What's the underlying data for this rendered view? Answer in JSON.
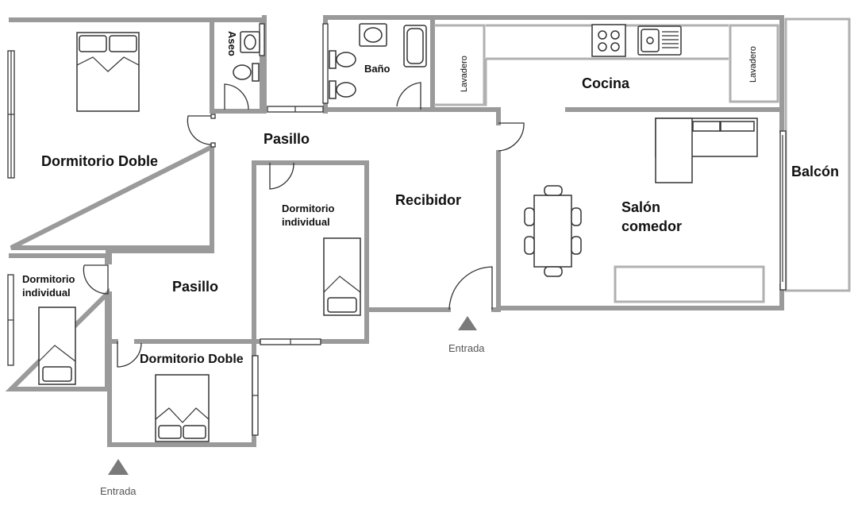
{
  "rooms": {
    "dormitorio_doble_1": "Dormitorio Doble",
    "aseo": "Aseo",
    "bano": "Baño",
    "lavadero_1": "Lavadero",
    "cocina": "Cocina",
    "lavadero_2": "Lavadero",
    "pasillo_1": "Pasillo",
    "dormitorio_individual_1_line1": "Dormitorio",
    "dormitorio_individual_1_line2": "individual",
    "recibidor": "Recibidor",
    "salon_line1": "Salón",
    "salon_line2": "comedor",
    "balcon": "Balcón",
    "dormitorio_individual_2_line1": "Dormitorio",
    "dormitorio_individual_2_line2": "individual",
    "pasillo_2": "Pasillo",
    "dormitorio_doble_2": "Dormitorio Doble"
  },
  "entrances": {
    "main": "Entrada",
    "secondary": "Entrada"
  },
  "colors": {
    "wall": "#9a9a9a",
    "furniture": "#333333",
    "entry_marker": "#7a7a7a"
  }
}
